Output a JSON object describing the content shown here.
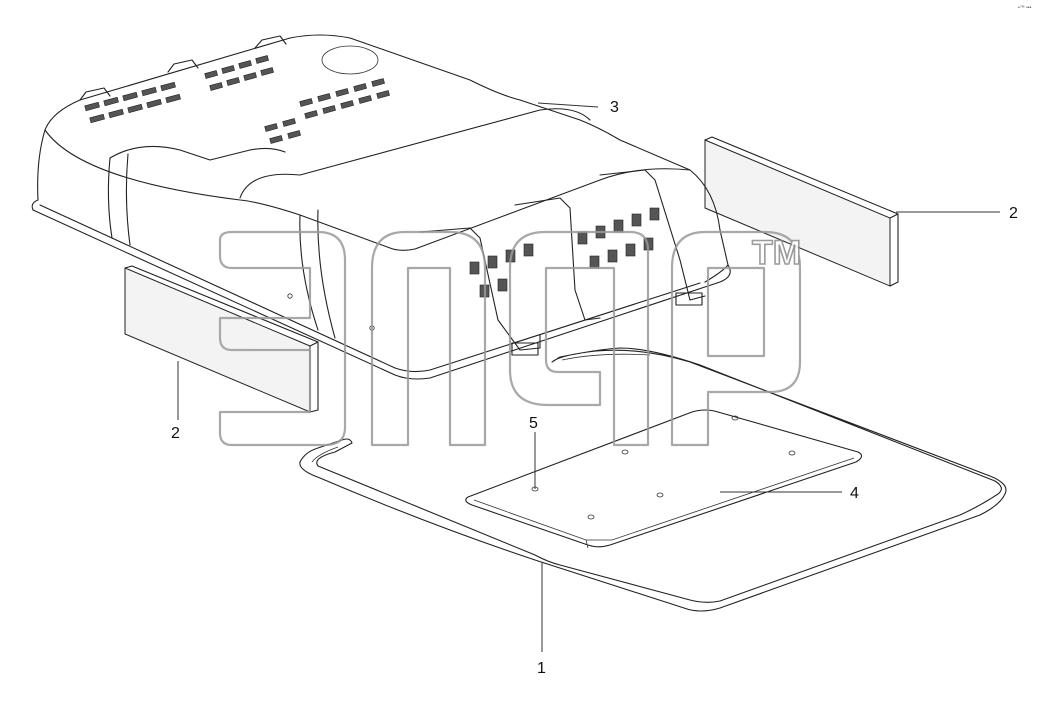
{
  "diagram": {
    "callouts": [
      {
        "id": "label-3",
        "text": "3"
      },
      {
        "id": "label-2-right",
        "text": "2"
      },
      {
        "id": "label-2-left",
        "text": "2"
      },
      {
        "id": "label-5",
        "text": "5"
      },
      {
        "id": "label-4",
        "text": "4"
      },
      {
        "id": "label-1",
        "text": "1"
      }
    ],
    "watermark": {
      "trademark": "TM"
    },
    "corner_mark": "•™ •••"
  }
}
